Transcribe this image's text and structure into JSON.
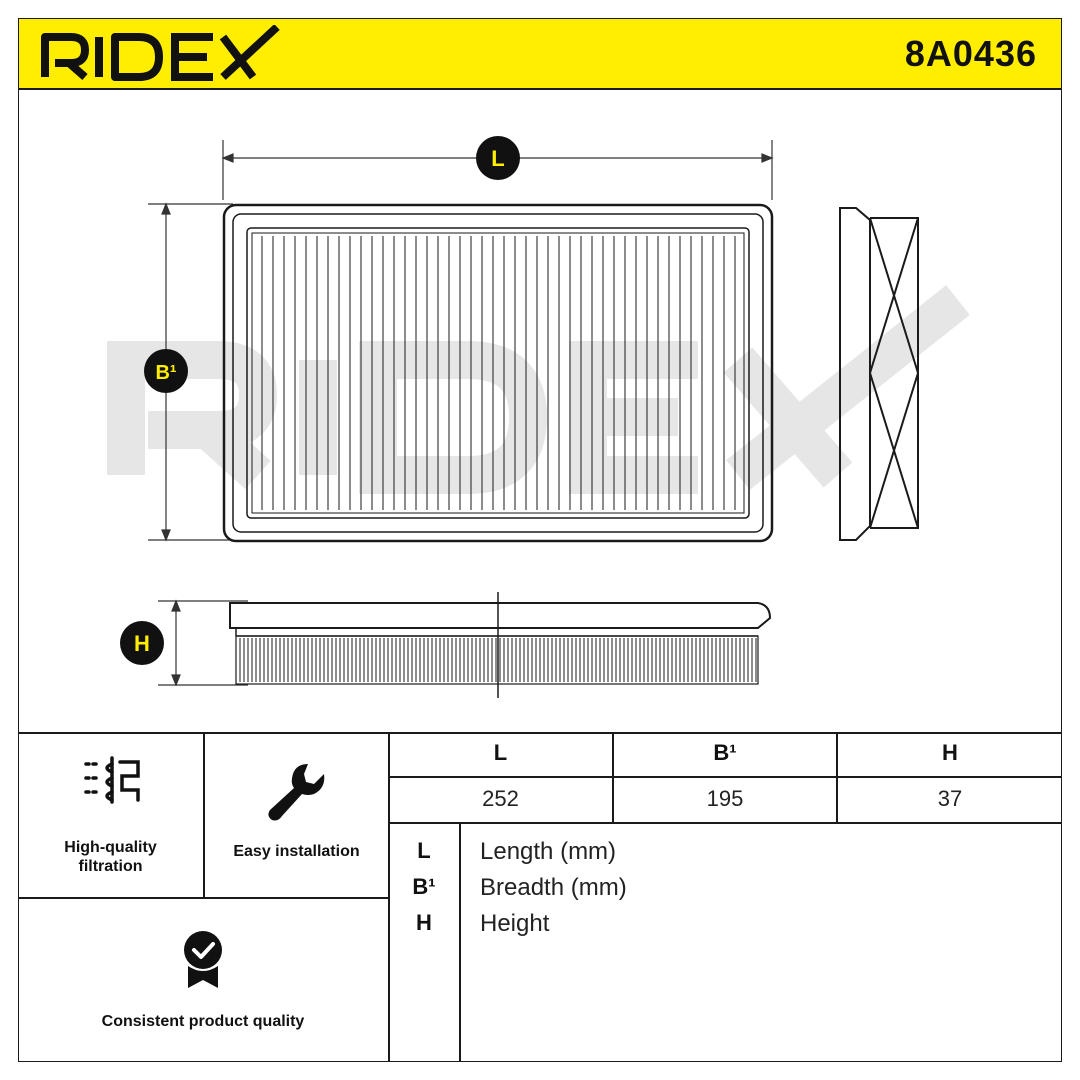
{
  "brand": {
    "name": "RIDEX",
    "accent": "#ffee00"
  },
  "part_number": "8A0436",
  "dimension_markers": {
    "L": "L",
    "B": "B¹",
    "H": "H"
  },
  "features": [
    {
      "label_line1": "High-quality",
      "label_line2": "filtration",
      "icon": "filtration-icon"
    },
    {
      "label_line1": "Easy installation",
      "label_line2": "",
      "icon": "wrench-icon"
    },
    {
      "label_line1": "Consistent product quality",
      "label_line2": "",
      "icon": "quality-badge-icon"
    }
  ],
  "dimensions_table": {
    "headers": [
      "L",
      "B¹",
      "H"
    ],
    "values": [
      "252",
      "195",
      "37"
    ]
  },
  "legend": [
    {
      "key": "L",
      "desc": "Length (mm)"
    },
    {
      "key": "B¹",
      "desc": "Breadth (mm)"
    },
    {
      "key": "H",
      "desc": "Height"
    }
  ]
}
